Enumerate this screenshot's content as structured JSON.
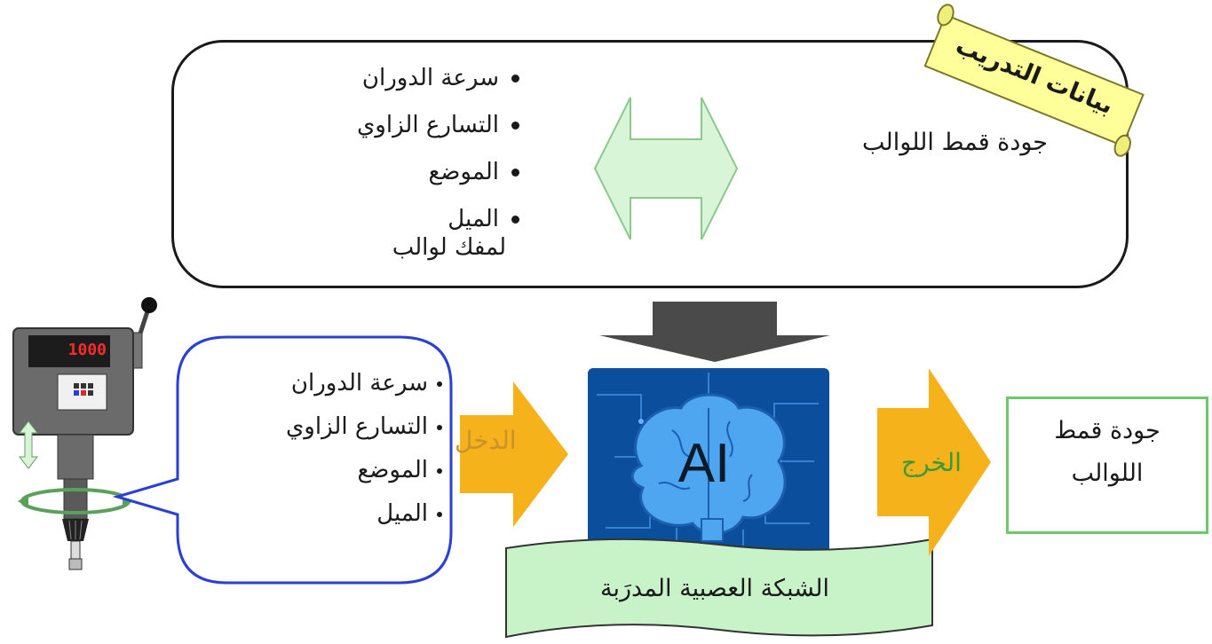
{
  "training": {
    "scroll_label": "بيانات التدريب",
    "parameters": [
      "سرعة الدوران",
      "التسارع الزاوي",
      "الموضع",
      "الميل"
    ],
    "note": "لمفك لوالب",
    "quality": "جودة قمط اللوالب"
  },
  "machine": {
    "display_value": "1000"
  },
  "bubble": {
    "parameters": [
      "سرعة الدوران",
      "التسارع الزاوي",
      "الموضع",
      "الميل"
    ]
  },
  "flow": {
    "input_label": "الدخل",
    "output_label": "الخرج"
  },
  "ai": {
    "label": "AI",
    "network_label": "الشبكة العصبية المدرَبة"
  },
  "output": {
    "line1": "جودة قمط",
    "line2": "اللوالب"
  },
  "colors": {
    "chip": "#0b4f9c",
    "arrow_orange": "#f5b21b",
    "double_arrow": "#d8f5d8",
    "down_arrow": "#4a4a4a",
    "output_border": "#6cc86a",
    "bubble_border": "#2a3fd6",
    "scroll_fill": "#ffff9a",
    "banner_fill": "#c8f3c8"
  }
}
